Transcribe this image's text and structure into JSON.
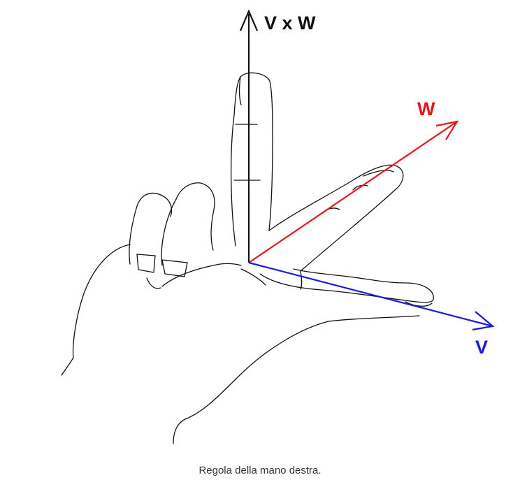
{
  "labels": {
    "cross_product": "V x W",
    "w_vector": "W",
    "v_vector": "V"
  },
  "caption": "Regola della mano destra.",
  "colors": {
    "cross_product": "#111111",
    "w_vector": "#e8151b",
    "v_vector": "#1a1ae6",
    "outline": "#111111"
  }
}
